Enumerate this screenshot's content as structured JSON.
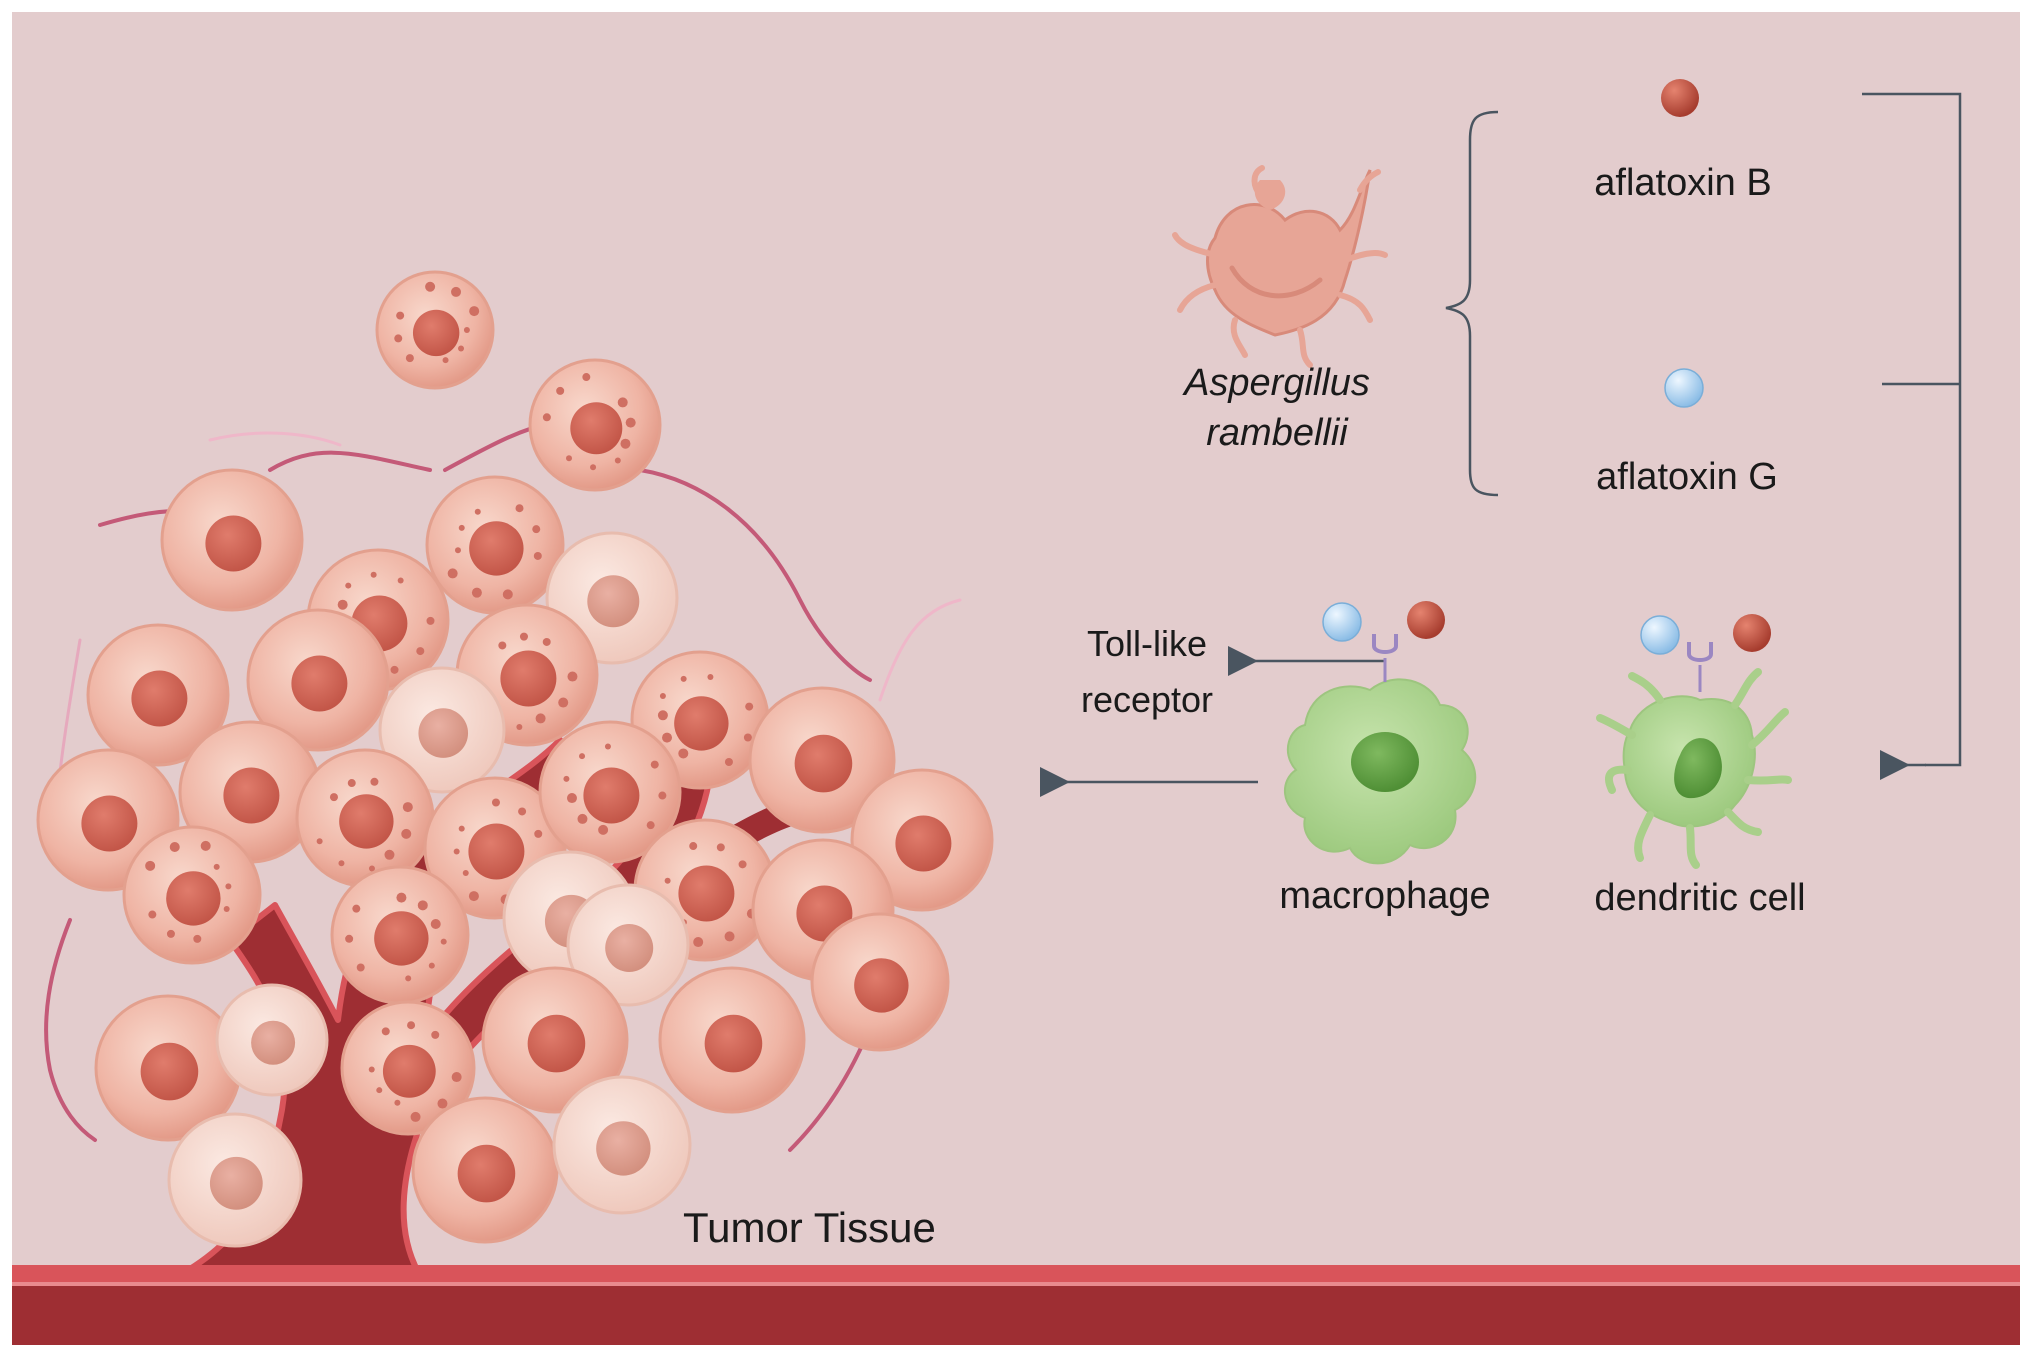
{
  "labels": {
    "fungus_name_line1": "Aspergillus",
    "fungus_name_line2": "rambellii",
    "toxin_b": "aflatoxin B",
    "toxin_g": "aflatoxin G",
    "receptor_line1": "Toll-like",
    "receptor_line2": "receptor",
    "macrophage": "macrophage",
    "dendritic_cell": "dendritic cell",
    "tumor_tissue": "Tumor Tissue"
  },
  "colors": {
    "background": "#e3cccd",
    "blood_vessel": "#9e2e33",
    "vessel_rim": "#d9545a",
    "tumor_cell": "#efb4a4",
    "tumor_nucleus": "#cf6658",
    "fungus": "#e7a596",
    "aflatoxin_b": "#b94a3a",
    "aflatoxin_g": "#a9d0ee",
    "immune_cell": "#a9cf8a",
    "immune_nucleus": "#6aa54a",
    "receptor": "#9b87c2",
    "arrow": "#4a5560"
  }
}
